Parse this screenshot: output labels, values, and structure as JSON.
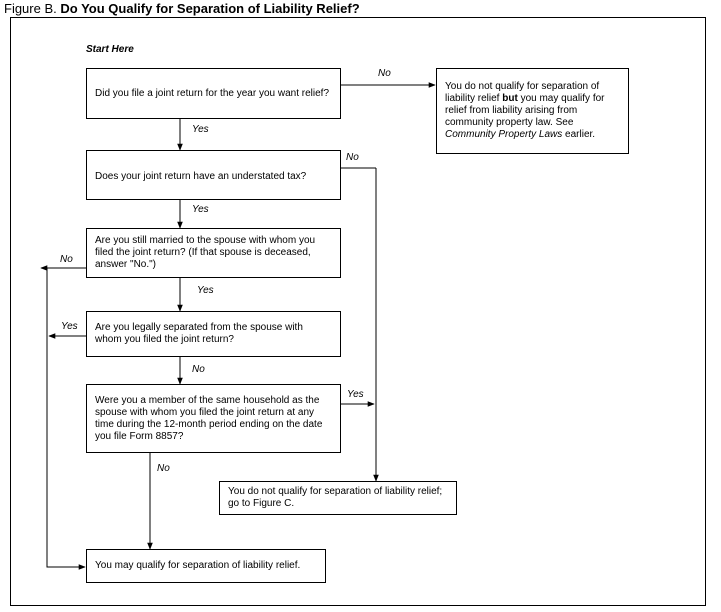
{
  "figure": {
    "label": "Figure B.",
    "title": "Do You Qualify for Separation of Liability Relief?"
  },
  "start_label": "Start Here",
  "questions": {
    "q1": "Did you file a joint return for the year you want relief?",
    "q2": "Does your joint return have an understated tax?",
    "q3": "Are you still married to the spouse with whom you filed the joint return? (If that spouse is deceased, answer \"No.\")",
    "q4": "Are you legally separated from the spouse with whom you filed the joint return?",
    "q5": "Were you a member of the same household as the spouse with whom you filed the joint return at any time during the 12-month period ending on the date you file Form 8857?"
  },
  "outcomes": {
    "not_qualify_community": {
      "line1": "You do not qualify for separation of liability relief ",
      "bold": "but",
      "line2": " you may qualify for relief from liability arising from community property law. See ",
      "italic": "Community Property Laws",
      "line3": " earlier."
    },
    "not_qualify_figure_c": "You do not qualify for separation of liability relief; go to Figure C.",
    "may_qualify": "You may qualify for separation of liability relief."
  },
  "edges": {
    "q1_no": "No",
    "q1_yes": "Yes",
    "q2_no": "No",
    "q2_yes": "Yes",
    "q3_no": "No",
    "q3_yes": "Yes",
    "q4_yes": "Yes",
    "q4_no": "No",
    "q5_yes": "Yes",
    "q5_no": "No"
  }
}
